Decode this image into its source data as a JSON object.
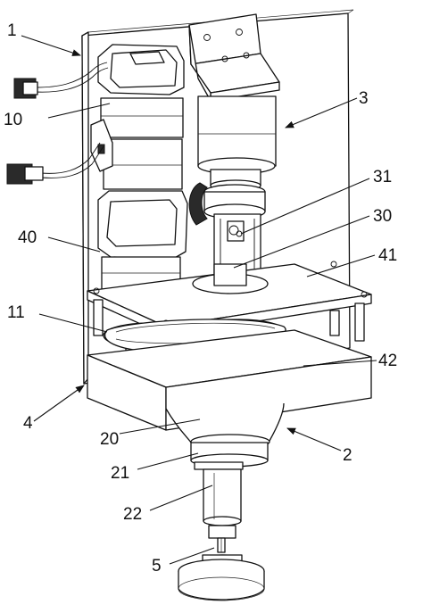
{
  "labels": {
    "l1": "1",
    "l10": "10",
    "l3": "3",
    "l31": "31",
    "l30": "30",
    "l40": "40",
    "l41": "41",
    "l11": "11",
    "l42": "42",
    "l4": "4",
    "l20": "20",
    "l2": "2",
    "l21": "21",
    "l22": "22",
    "l5": "5"
  }
}
